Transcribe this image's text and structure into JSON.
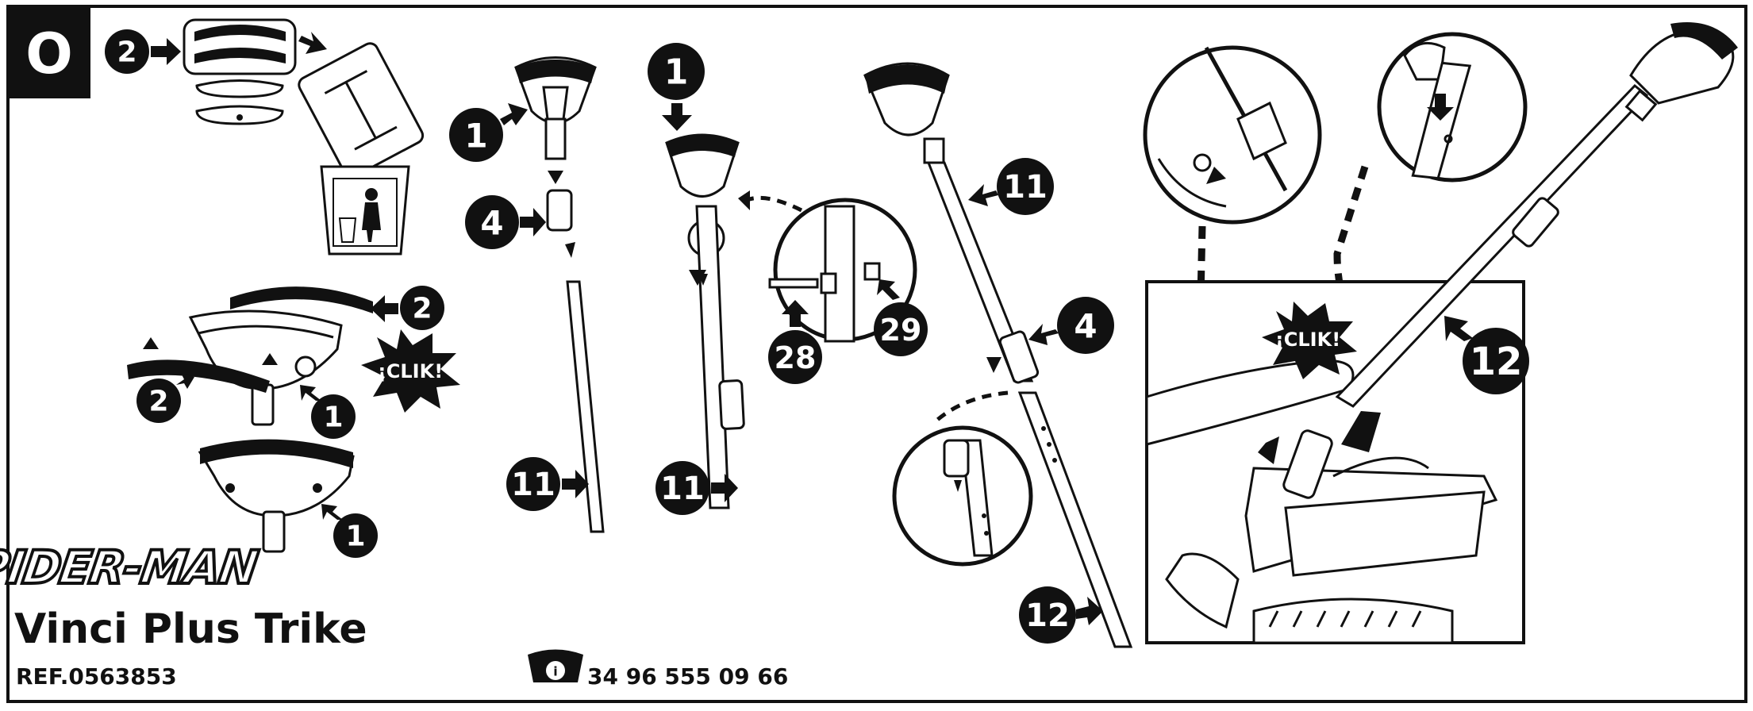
{
  "step": {
    "label": "O"
  },
  "brand": {
    "logo_text": "SPIDER-MAN"
  },
  "product": {
    "name": "Vinci Plus Trike",
    "ref": "REF.0563853"
  },
  "contact": {
    "phone": "34 96 555 09 66"
  },
  "callouts": {
    "two": "2",
    "one": "1",
    "four": "4",
    "eleven": "11",
    "twelve": "12",
    "twenty_eight": "28",
    "twenty_nine": "29"
  },
  "clik": {
    "text": "¡CLIK!"
  },
  "icons": {
    "trash": "trash-bin-icon",
    "phone": "telephone-info-icon",
    "arrow": "arrow-icon"
  },
  "colors": {
    "ink": "#111111",
    "paper": "#ffffff"
  }
}
